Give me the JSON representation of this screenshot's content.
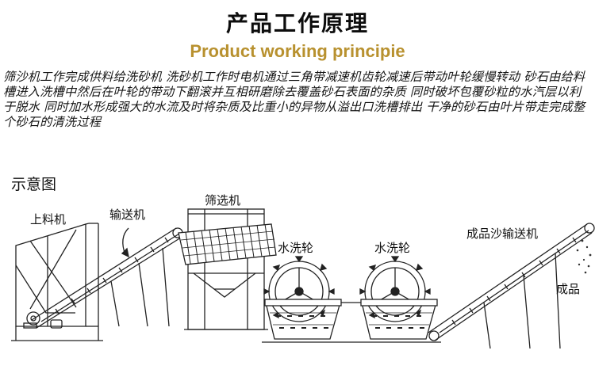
{
  "header": {
    "title": "产品工作原理",
    "subtitle": "Product working principie"
  },
  "description": "筛沙机工作完成供料给洗砂机 洗砂机工作时电机通过三角带减速机齿轮减速后带动叶轮缓慢转动 砂石由给料槽进入洗槽中然后在叶轮的带动下翻滚并互相研磨除去覆盖砂石表面的杂质 同时破坏包覆砂粒的水汽层以利于脱水 同时加水形成强大的水流及时将杂质及比重小的异物从溢出口洗槽排出 干净的砂石由叶片带走完成整个砂石的清洗过程",
  "diagram": {
    "section_label": "示意图",
    "labels": {
      "feeder": "上料机",
      "conveyor": "输送机",
      "screen": "筛选机",
      "wheel_1": "水洗轮",
      "wheel_2": "水洗轮",
      "product_conveyor": "成品沙输送机",
      "product": "成品"
    }
  }
}
